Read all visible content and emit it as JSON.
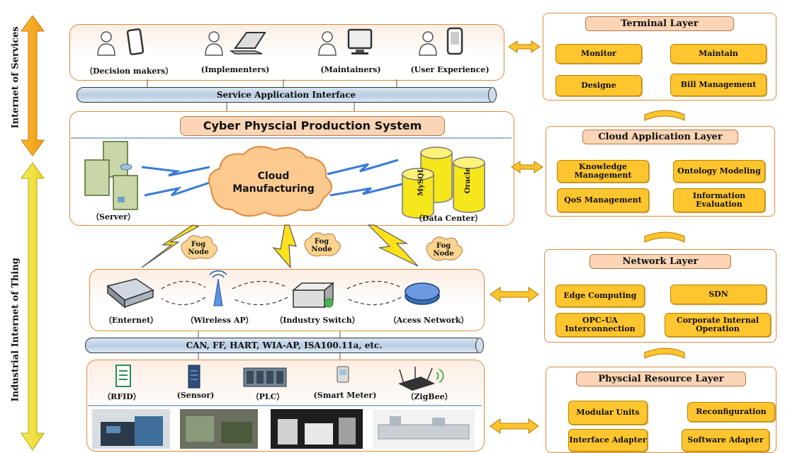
{
  "axis_labels": {
    "top": "Internet of Services",
    "bottom": "Industrial Internet of Thing"
  },
  "services": {
    "users": [
      "（Decision makers）",
      "(Implementers)",
      "(Maintainers)",
      "(User Experience)"
    ],
    "interface": "Service Application Interface"
  },
  "cpps": {
    "title": "Cyber Physcial Production System",
    "cloud": "Cloud Manufacturing",
    "server_label": "（Server）",
    "datacenter_label": "（Data Center）",
    "db1": "MySQL",
    "db2": "Oracle"
  },
  "fog": [
    "Fog Node",
    "Fog Node",
    "Fog Node"
  ],
  "network_devices": [
    "（Enternet）",
    "（Wireless AP）",
    "（Industry Switch）",
    "（Acess Network）"
  ],
  "protocols": "CAN, FF, HART, WIA-AP, ISA100.11a, etc.",
  "field_devices": [
    "（RFID）",
    "(Sensor)",
    "（PLC）",
    "(Smart Meter)",
    "（ZigBee）"
  ],
  "layers": {
    "terminal": {
      "title": "Terminal Layer",
      "items": [
        "Monitor",
        "Maintain",
        "Designe",
        "Bill Management"
      ]
    },
    "cloud_app": {
      "title": "Cloud Application Layer",
      "items": [
        "Knowledge Management",
        "Ontology Modeling",
        "QoS Management",
        "Information Evaluation"
      ]
    },
    "network": {
      "title": "Network Layer",
      "items": [
        "Edge Computing",
        "SDN",
        "OPC–UA Interconnection",
        "Corporate Internal Operation"
      ]
    },
    "physical": {
      "title": "Physcial Resource Layer",
      "items": [
        "Modular Units",
        "Reconfiguration",
        "Interface Adapter",
        "Software Adapter"
      ]
    }
  },
  "colors": {
    "orange": "#e08a3c",
    "yellow": "#ffc52e",
    "tube": "#b8cde3",
    "arrow_top": "#f5a623",
    "arrow_bottom": "#f3e233"
  }
}
